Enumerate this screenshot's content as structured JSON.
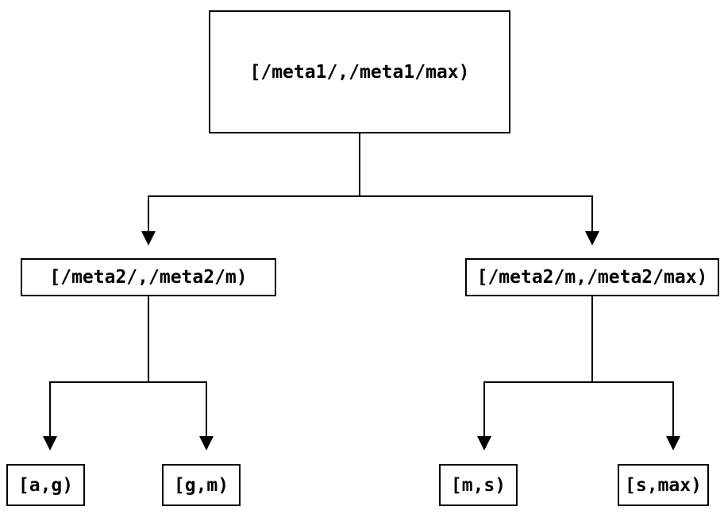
{
  "diagram": {
    "type": "tree",
    "description_colors": {
      "line": "#000000",
      "text": "#000000",
      "background": "#ffffff",
      "node_fill": "#ffffff"
    },
    "nodes": {
      "root": "[/meta1/,/meta1/max)",
      "left": "[/meta2/,/meta2/m)",
      "right": "[/meta2/m,/meta2/max)",
      "leaf_ag": "[a,g)",
      "leaf_gm": "[g,m)",
      "leaf_ms": "[m,s)",
      "leaf_smax": "[s,max)"
    },
    "edges": [
      {
        "from": "[/meta1/,/meta1/max)",
        "to": "[/meta2/,/meta2/m)"
      },
      {
        "from": "[/meta1/,/meta1/max)",
        "to": "[/meta2/m,/meta2/max)"
      },
      {
        "from": "[/meta2/,/meta2/m)",
        "to": "[a,g)"
      },
      {
        "from": "[/meta2/,/meta2/m)",
        "to": "[g,m)"
      },
      {
        "from": "[/meta2/m,/meta2/max)",
        "to": "[m,s)"
      },
      {
        "from": "[/meta2/m,/meta2/max)",
        "to": "[s,max)"
      }
    ]
  }
}
